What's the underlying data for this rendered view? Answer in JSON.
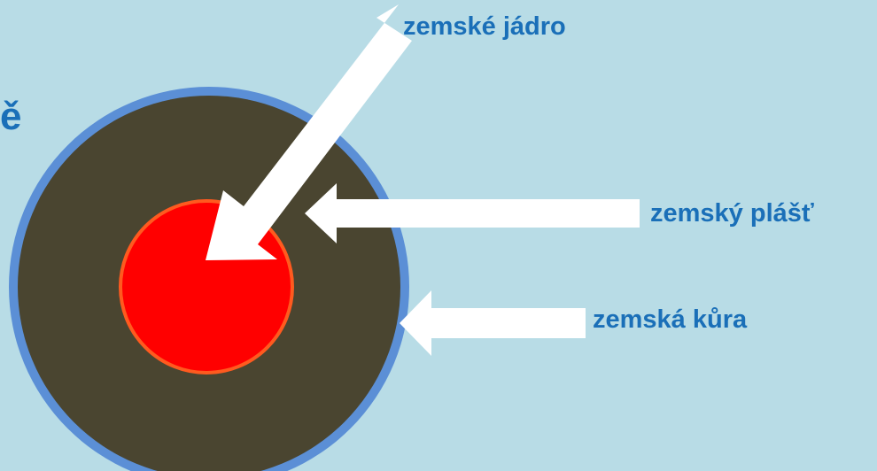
{
  "title_fragment": "ě",
  "labels": {
    "core": "zemské jádro",
    "mantle": "zemský plášť",
    "crust": "zemská kůra"
  },
  "colors": {
    "background": "#b8dce6",
    "crust": "#5b8fd6",
    "mantle": "#4a4530",
    "core_fill": "#ff0000",
    "core_outline": "#ff5a1f",
    "arrow": "#ffffff",
    "text": "#1a6fb8"
  }
}
